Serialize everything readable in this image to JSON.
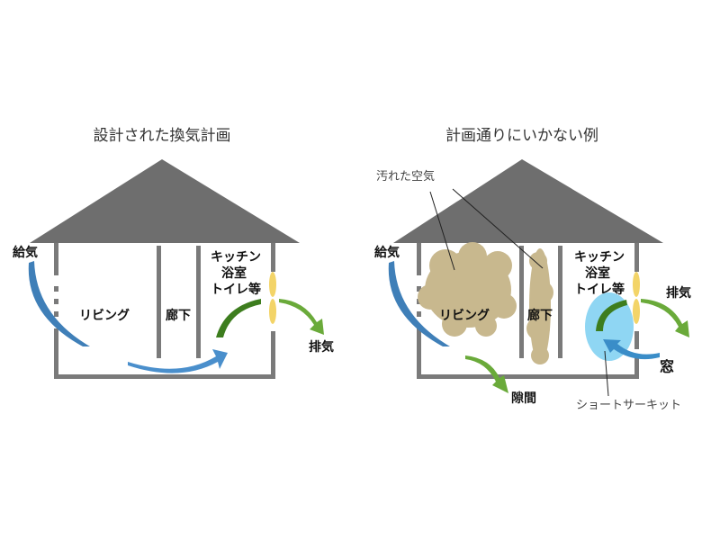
{
  "left": {
    "title": "設計された換気計画",
    "supply": "給気",
    "living": "リビング",
    "corridor": "廊下",
    "wet_area": [
      "キッチン",
      "浴室",
      "トイレ等"
    ],
    "exhaust": "排気"
  },
  "right": {
    "title": "計画通りにいかない例",
    "dirty_air": "汚れた空気",
    "supply": "給気",
    "living": "リビング",
    "corridor": "廊下",
    "wet_area": [
      "キッチン",
      "浴室",
      "トイレ等"
    ],
    "exhaust": "排気",
    "window": "窓",
    "gap": "隙間",
    "short_circuit": "ショートサーキット"
  },
  "colors": {
    "roof": "#6e6e6e",
    "wall": "#7a7a7a",
    "supply_arrow": "#3f7fb8",
    "exhaust_arrow": "#5e9e2e",
    "fan": "#f3d468",
    "dirty_cloud": "#c8b88e",
    "short_circuit": "#8fd6f3"
  }
}
